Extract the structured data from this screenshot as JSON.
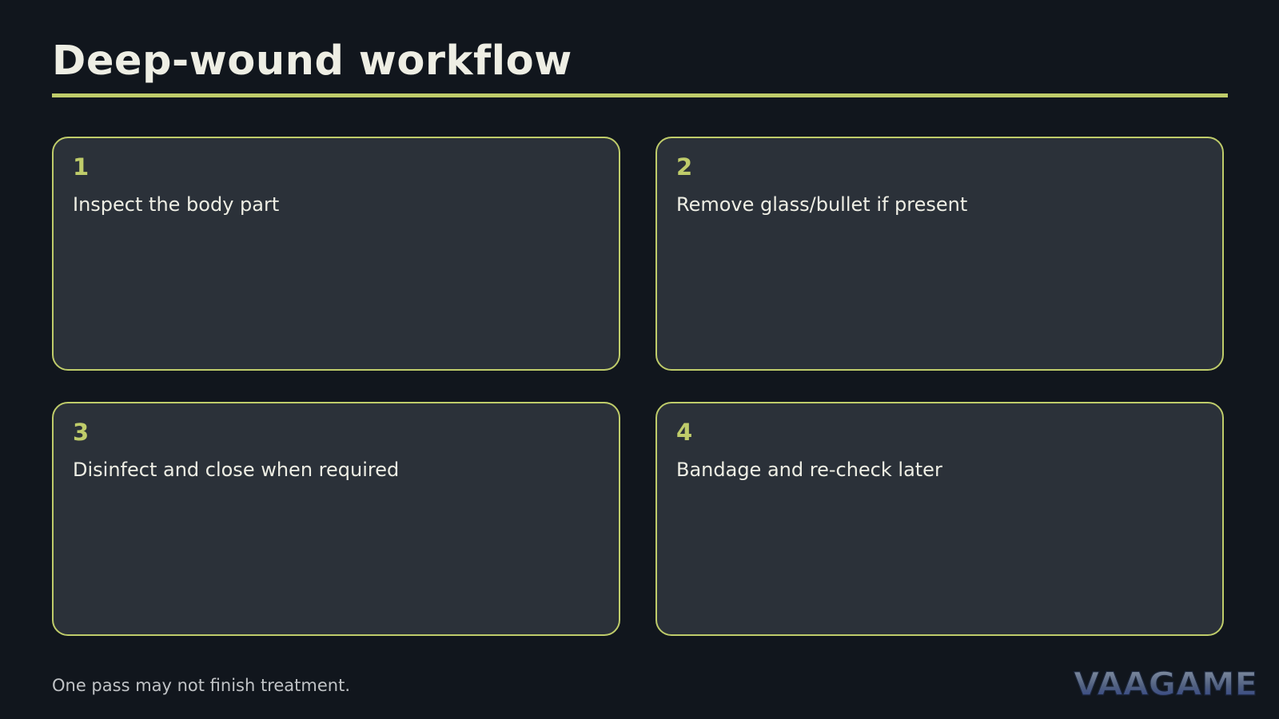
{
  "slide": {
    "title": "Deep-wound workflow",
    "steps": [
      {
        "number": "1",
        "text": "Inspect the body part"
      },
      {
        "number": "2",
        "text": "Remove glass/bullet if present"
      },
      {
        "number": "3",
        "text": "Disinfect and close when required"
      },
      {
        "number": "4",
        "text": "Bandage and re-check later"
      }
    ],
    "footer_note": "One pass may not finish treatment."
  },
  "brand": {
    "logo_text": "VAAGAME"
  },
  "colors": {
    "background": "#11161d",
    "card_fill": "#2b3139",
    "accent": "#bfcc6a",
    "title_text": "#eeeee4",
    "footer_text": "#c0c3c6",
    "logo_top": "#8a96a6",
    "logo_bottom": "#2c3f8a"
  }
}
